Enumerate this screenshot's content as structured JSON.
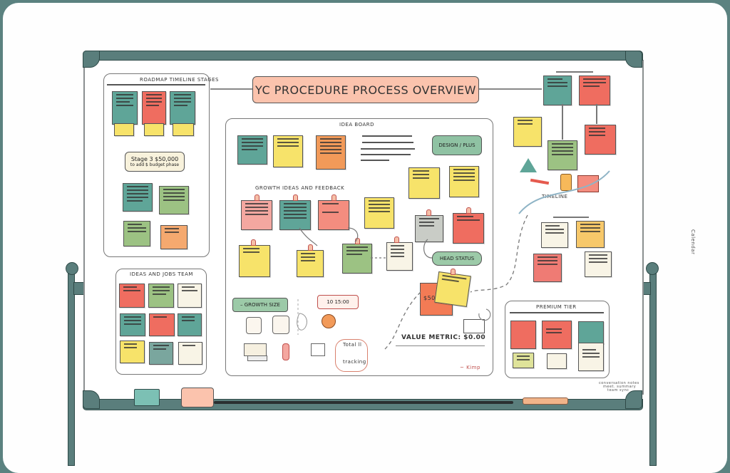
{
  "title": "YC PROCEDURE PROCESS OVERVIEW",
  "left_panel": {
    "header": "ROADMAP TIMELINE STAGES",
    "callout_line1": "Stage 3   $50,000",
    "callout_line2": "to   add  $ budget phase"
  },
  "left_bottom_panel": {
    "header": "IDEAS  AND  JOBS  TEAM"
  },
  "center_panel": {
    "header": "IDEA BOARD",
    "subheader": "GROWTH IDEAS AND FEEDBACK",
    "tag_top": "DESIGN / PLUS",
    "tag_mid": "HEAD  STATUS",
    "tag_left": "– GROWTH  SIZE",
    "tag_center": "10  15:00",
    "doc_label": "Total  ll",
    "doc_sub": "tracking",
    "ribbon_label": "VALUE  METRIC:  $0.00",
    "note_label": "$50",
    "signature": "~ Kimp"
  },
  "right_area": {
    "mid_label": "TIMELINE",
    "bottom_panel_header": "PREMIUM  TIER"
  },
  "side_vertical_label": "Calendar",
  "footer_note": [
    "conversation notes",
    "meet. summary",
    "team sync"
  ]
}
